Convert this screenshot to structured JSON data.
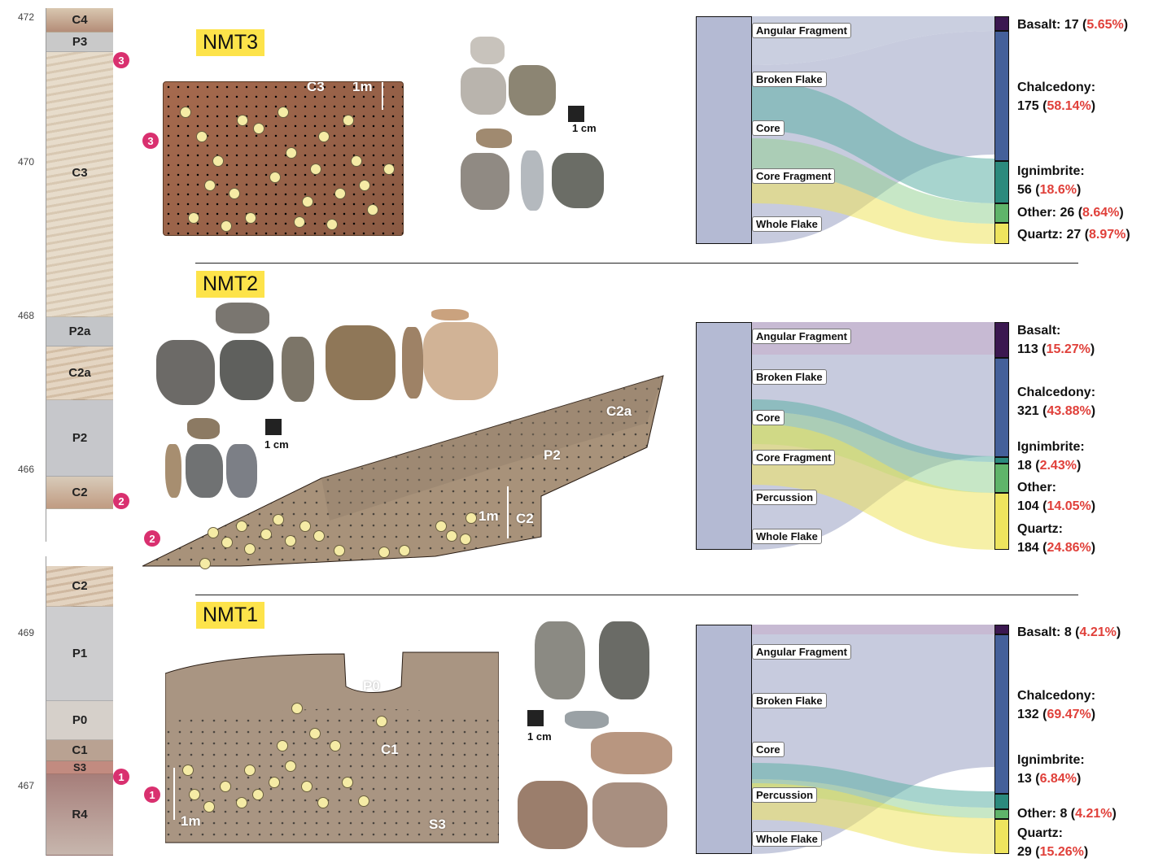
{
  "strat_upper": {
    "ticks": [
      "472",
      "470",
      "468",
      "466"
    ],
    "layers": [
      "C4",
      "P3",
      "C3",
      "P2a",
      "C2a",
      "P2",
      "C2"
    ],
    "markers": [
      "3",
      "2"
    ]
  },
  "strat_lower": {
    "ticks": [
      "469",
      "467"
    ],
    "layers": [
      "C2",
      "P1",
      "P0",
      "C1",
      "S3",
      "R4"
    ],
    "markers": [
      "1"
    ]
  },
  "sites": [
    {
      "name": "NMT3",
      "marker": "3",
      "section_labels": [
        "C3",
        "1m"
      ],
      "scale_label": "1 cm",
      "categories": [
        "Angular Fragment",
        "Broken Flake",
        "Core",
        "Core Fragment",
        "Whole Flake"
      ],
      "materials": [
        {
          "name": "Basalt:",
          "count": "17",
          "pct": "5.65%"
        },
        {
          "name": "Chalcedony:",
          "count": "175",
          "pct": "58.14%"
        },
        {
          "name": "Ignimbrite:",
          "count": "56",
          "pct": "18.6%"
        },
        {
          "name": "Other:",
          "count": "26",
          "pct": "8.64%"
        },
        {
          "name": "Quartz:",
          "count": "27",
          "pct": "8.97%"
        }
      ]
    },
    {
      "name": "NMT2",
      "marker": "2",
      "section_labels": [
        "C2a",
        "P2",
        "1m",
        "C2"
      ],
      "scale_label": "1 cm",
      "categories": [
        "Angular Fragment",
        "Broken Flake",
        "Core",
        "Core Fragment",
        "Percussion",
        "Whole Flake"
      ],
      "materials": [
        {
          "name": "Basalt:",
          "count": "113",
          "pct": "15.27%"
        },
        {
          "name": "Chalcedony:",
          "count": "321",
          "pct": "43.88%"
        },
        {
          "name": "Ignimbrite:",
          "count": "18",
          "pct": "2.43%"
        },
        {
          "name": "Other:",
          "count": "104",
          "pct": "14.05%"
        },
        {
          "name": "Quartz:",
          "count": "184",
          "pct": "24.86%"
        }
      ]
    },
    {
      "name": "NMT1",
      "marker": "1",
      "section_labels": [
        "P0",
        "C1",
        "S3",
        "1m"
      ],
      "scale_label": "1 cm",
      "categories": [
        "Angular Fragment",
        "Broken Flake",
        "Core",
        "Percussion",
        "Whole Flake"
      ],
      "materials": [
        {
          "name": "Basalt:",
          "count": "8",
          "pct": "4.21%"
        },
        {
          "name": "Chalcedony:",
          "count": "132",
          "pct": "69.47%"
        },
        {
          "name": "Ignimbrite:",
          "count": "13",
          "pct": "6.84%"
        },
        {
          "name": "Other:",
          "count": "8",
          "pct": "4.21%"
        },
        {
          "name": "Quartz:",
          "count": "29",
          "pct": "15.26%"
        }
      ]
    }
  ],
  "material_colors": {
    "Basalt": "#3b1850",
    "Chalcedony": "#44609a",
    "Ignimbrite": "#2b8a7d",
    "Other": "#5fb46a",
    "Quartz": "#eee45e"
  },
  "label_colors": {
    "highlight": "#fde34a",
    "marker": "#d9306f",
    "percent": "#e0403a"
  }
}
